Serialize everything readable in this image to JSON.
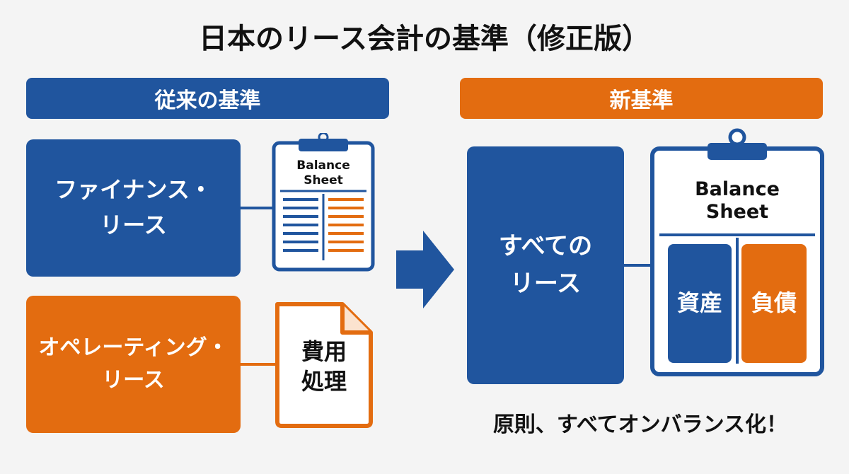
{
  "title": "日本のリース会計の基準（修正版）",
  "old_standard": {
    "header": "従来の基準",
    "finance_lease": {
      "line1": "ファイナンス・",
      "line2": "リース"
    },
    "operating_lease": {
      "line1": "オペレーティング・",
      "line2": "リース"
    },
    "balance_sheet": {
      "line1": "Balance",
      "line2": "Sheet"
    },
    "expense": {
      "line1": "費用",
      "line2": "処理"
    }
  },
  "new_standard": {
    "header": "新基準",
    "all_leases": {
      "line1": "すべての",
      "line2": "リース"
    },
    "balance_sheet": {
      "line1": "Balance",
      "line2": "Sheet"
    },
    "assets": "資産",
    "liabilities": "負債"
  },
  "footer": "原則、すべてオンバランス化！",
  "colors": {
    "blue": "#20559e",
    "orange": "#e36c10",
    "background": "#f4f4f4"
  }
}
